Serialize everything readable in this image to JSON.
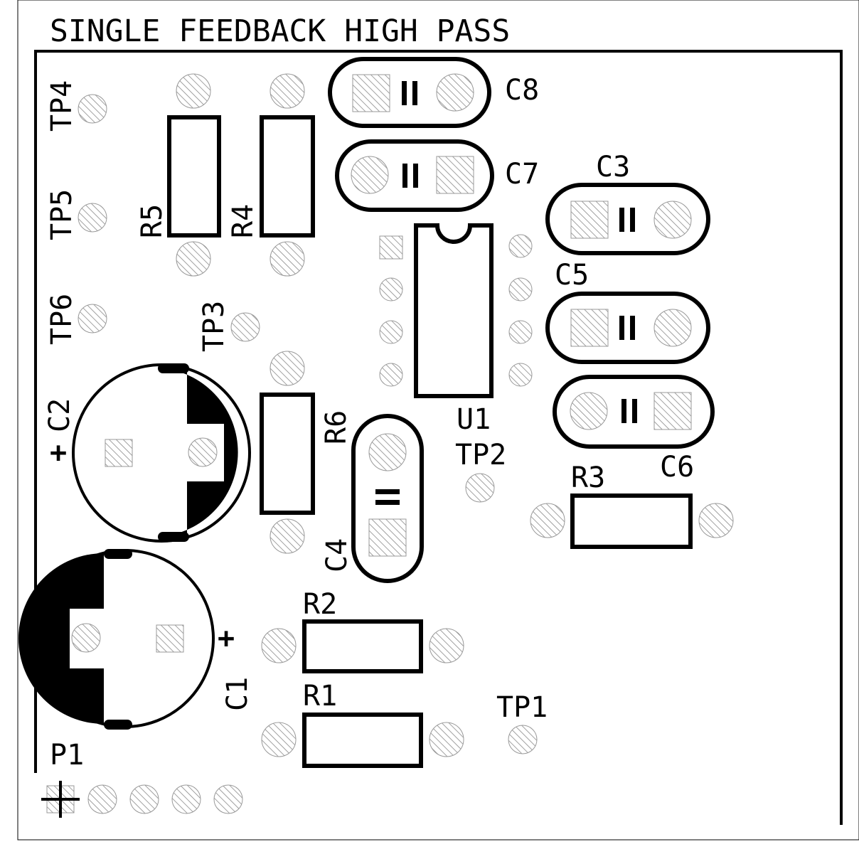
{
  "title": "SINGLE FEEDBACK HIGH PASS",
  "colors": {
    "ink": "#000000",
    "background": "#ffffff",
    "hatch": "#8a8a8a"
  },
  "test_points": [
    "TP1",
    "TP2",
    "TP3",
    "TP4",
    "TP5",
    "TP6"
  ],
  "resistors": [
    "R1",
    "R2",
    "R3",
    "R4",
    "R5",
    "R6"
  ],
  "capacitors": [
    "C3",
    "C4",
    "C5",
    "C6",
    "C7",
    "C8"
  ],
  "electrolytic_capacitors": [
    "C1",
    "C2"
  ],
  "polarity_marks": {
    "c1": "+",
    "c2": "+"
  },
  "ic": "U1",
  "connector": "P1"
}
